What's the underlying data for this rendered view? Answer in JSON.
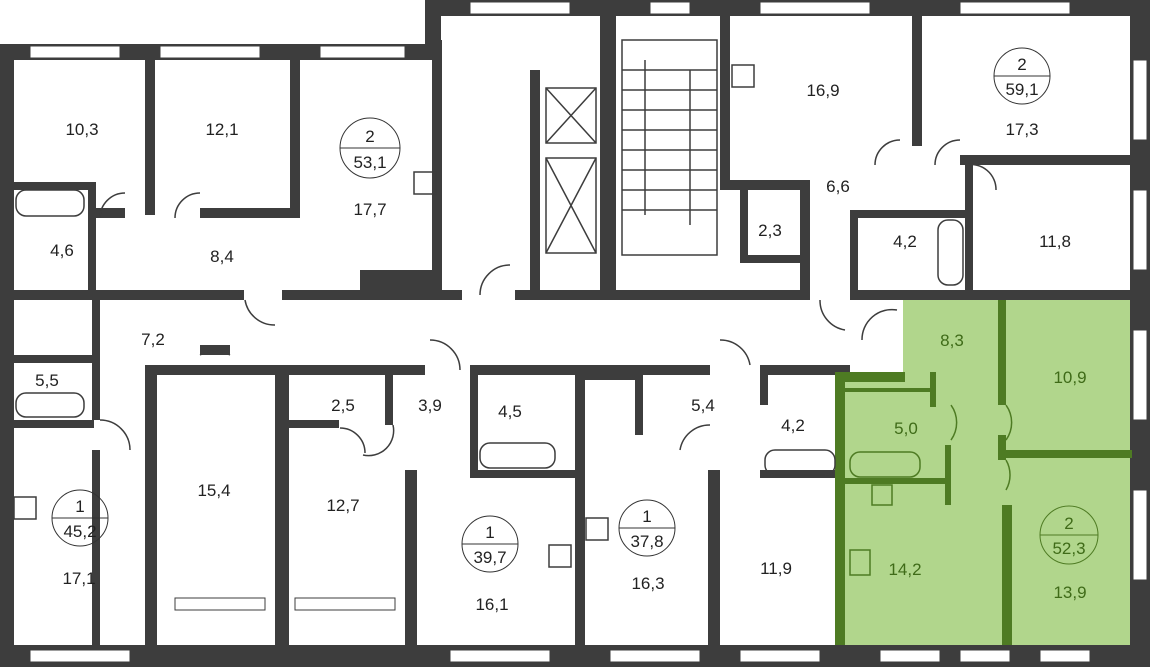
{
  "plan": {
    "highlight_color": "#b1d68c",
    "highlight_wall_color": "#4e7b23",
    "wall_color": "#3d3d3d"
  },
  "apartments": [
    {
      "rooms": "2",
      "area": "53,1"
    },
    {
      "rooms": "2",
      "area": "59,1"
    },
    {
      "rooms": "1",
      "area": "45,2"
    },
    {
      "rooms": "1",
      "area": "39,7"
    },
    {
      "rooms": "1",
      "area": "37,8"
    },
    {
      "rooms": "2",
      "area": "52,3",
      "highlighted": true
    }
  ],
  "room_areas": [
    "10,3",
    "12,1",
    "17,7",
    "4,6",
    "8,4",
    "16,9",
    "17,3",
    "6,6",
    "2,3",
    "4,2",
    "11,8",
    "5,5",
    "7,2",
    "2,5",
    "3,9",
    "4,5",
    "5,4",
    "4,2",
    "15,4",
    "12,7",
    "17,1",
    "16,1",
    "16,3",
    "11,9",
    "8,3",
    "10,9",
    "5,0",
    "14,2",
    "13,9"
  ]
}
